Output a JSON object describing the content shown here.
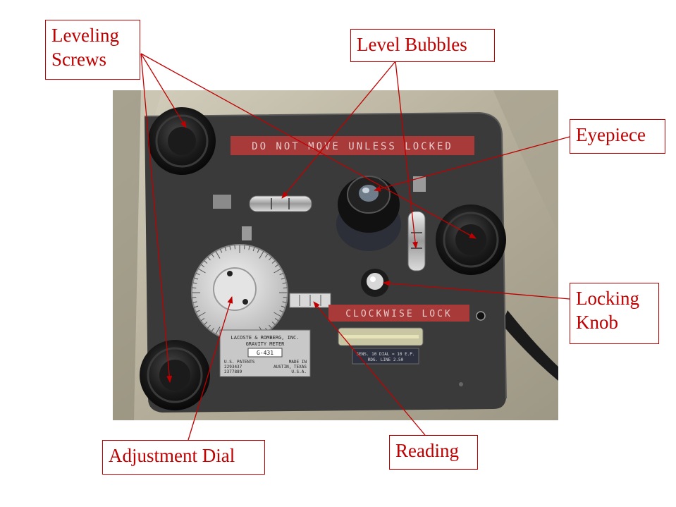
{
  "labels": {
    "leveling_screws": [
      "Leveling",
      "Screws"
    ],
    "level_bubbles": "Level Bubbles",
    "eyepiece": "Eyepiece",
    "locking_knob": [
      "Locking",
      "Knob"
    ],
    "adjustment_dial": "Adjustment Dial",
    "reading": "Reading"
  },
  "instrument": {
    "warning_plate": "DO NOT MOVE UNLESS LOCKED",
    "lock_plate": "CLOCKWISE LOCK",
    "nameplate": {
      "line1": "LACOSTE & ROMBERG, INC.",
      "line2": "GRAVITY METER",
      "model": "G-431",
      "left_a": "U.S. PATENTS",
      "left_b": "2293437",
      "left_c": "2377889",
      "right_a": "MADE IN",
      "right_b": "AUSTIN, TEXAS",
      "right_c": "U.S.A."
    },
    "sens_plate": {
      "line1": "SENS. 10 DIAL = 10 E.P.",
      "line2": "RDG. LINE 2.50"
    }
  },
  "colors": {
    "annotation": "#c00000",
    "panel": "#3a3a3a",
    "cushion": "#bdb8a6",
    "label_red": "#a83a3a"
  }
}
